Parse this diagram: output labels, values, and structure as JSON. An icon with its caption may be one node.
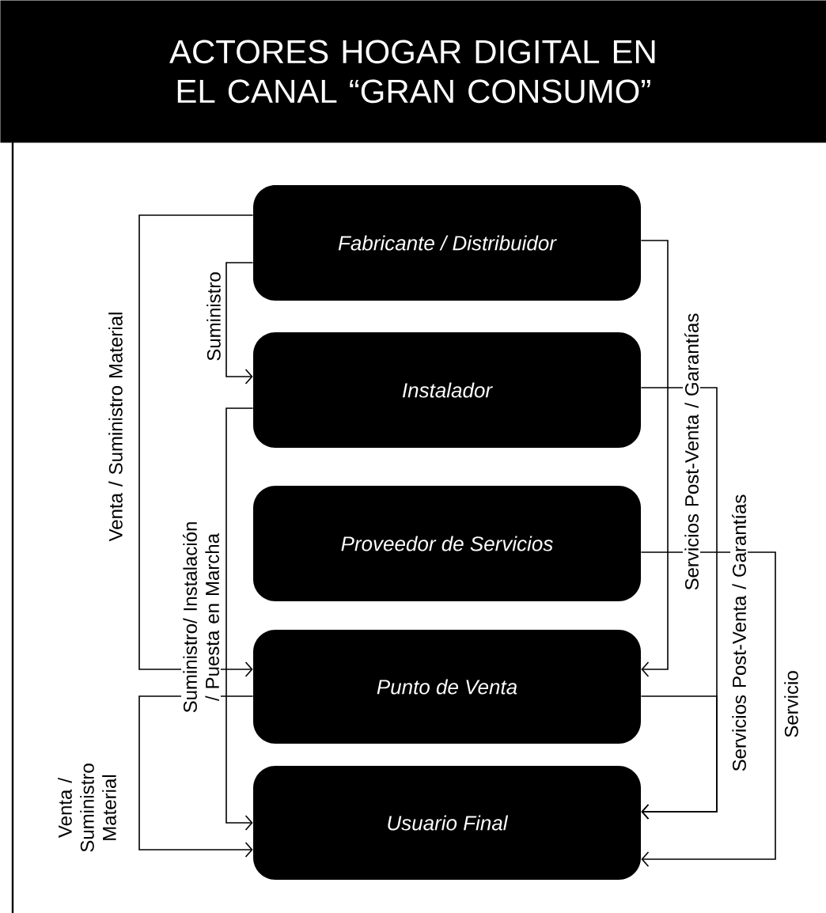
{
  "diagram": {
    "title": "ACTORES HOGAR DIGITAL EN EL CANAL “GRAN CONSUMO”",
    "nodes": [
      {
        "text": [
          "Fabricante / Distribuidor"
        ]
      },
      {
        "text": [
          "Instalador"
        ]
      },
      {
        "text": [
          "Proveedor de Servicios"
        ]
      },
      {
        "text": [
          "Punto de Venta"
        ]
      },
      {
        "text": [
          "Usuario Final"
        ]
      }
    ],
    "edges": [
      {
        "from": 0,
        "to": 3,
        "arrow": "to",
        "label": "Venta / Suministro Material"
      },
      {
        "from": 0,
        "to": 1,
        "arrow": "to",
        "label": "Suministro"
      },
      {
        "from": 1,
        "to": 4,
        "arrow": "to",
        "label": "Suministro/ Instalación / Puesta en Marcha"
      },
      {
        "from": 3,
        "to": 4,
        "arrow": "to",
        "label": "Venta / Suministro Material"
      },
      {
        "from": 0,
        "to": 3,
        "arrow": "to",
        "label": "Servicios Post-Venta / Garantías"
      },
      {
        "from": 1,
        "to": 4,
        "arrow": "to",
        "label": "Servicios Post-Venta / Garantías"
      },
      {
        "from": 3,
        "to": 4,
        "arrow": "to"
      },
      {
        "from": 2,
        "to": 4,
        "arrow": "to",
        "label": "Servicio"
      }
    ]
  }
}
